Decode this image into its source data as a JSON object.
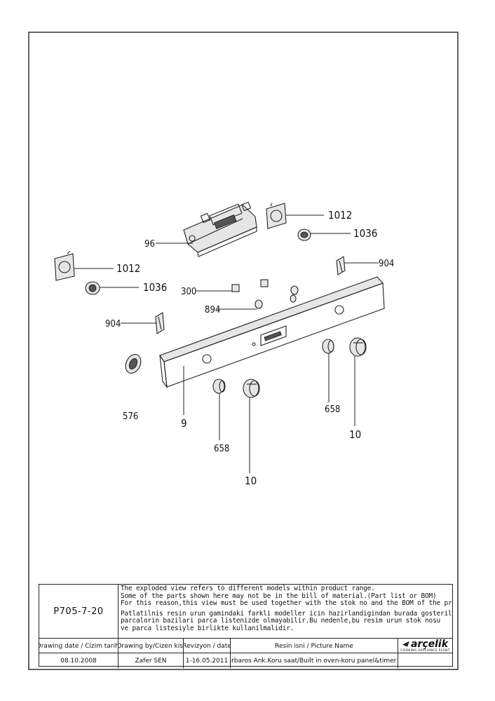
{
  "labels": {
    "l1012a": "1012",
    "l1036a": "1036",
    "l96": "96",
    "l904a": "904",
    "l1012b": "1012",
    "l1036b": "1036",
    "l300": "300",
    "l894": "894",
    "l904b": "904",
    "l576": "576",
    "l9": "9",
    "l658a": "658",
    "l10a": "10",
    "l658b": "658",
    "l10b": "10"
  },
  "title_block": {
    "code": "P705-7-20",
    "notes": [
      "The exploded view refers to different models within product range.",
      "Some of the parts shown here may not be in the bill of material.(Part list or BOM)",
      "For this reason,this view must be used together with the stok no and the BOM of the product"
    ],
    "notes_tr": [
      "Patlatilnis resin urun gamindaki farkli modeller icin hazirlandigindan burada gosterilen",
      "parcalorin bazilari parca listenizde olmayabilir.Bu nedenle,bu resim urun stok nosu",
      "ve parca listesiyle birlikte kullanilmalidir."
    ],
    "headers": {
      "drawing_date": "Drawing date / Cizim tarihi",
      "drawing_by": "Drawing by/Cizen kisi",
      "revision": "Revizyon / date",
      "picture_name": "Resin isni / Picture Name"
    },
    "values": {
      "drawing_date": "08.10.2008",
      "drawing_by": "Zafer SEN",
      "revision": "1-16.05.2011",
      "picture_name": "Barbaros Ank.Koru saat/Built in oven-koru panel&timer gr"
    },
    "logo": {
      "name": "arçelik",
      "tagline": "COOKING APPLIANCE PLANT"
    }
  }
}
